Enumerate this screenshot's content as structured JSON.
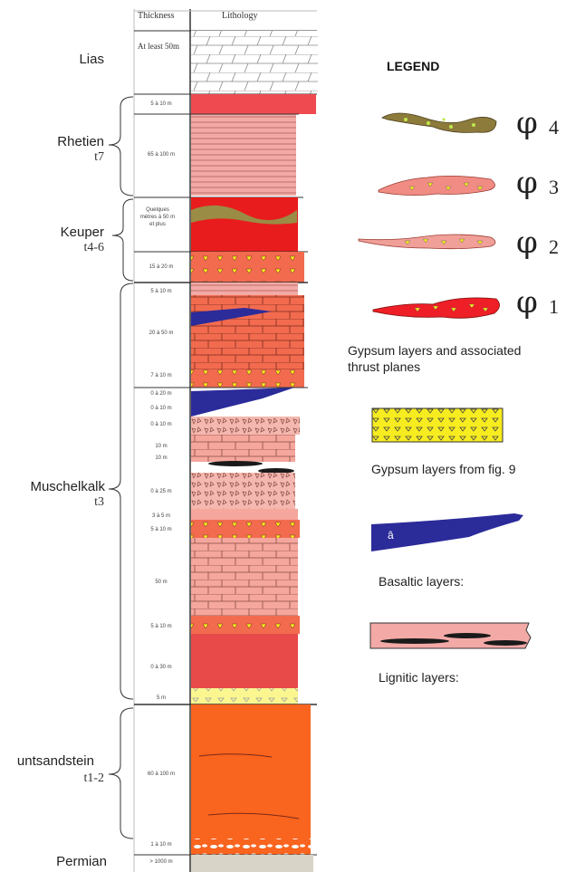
{
  "header": {
    "thickness": "Thickness",
    "lithology": "Lithology"
  },
  "stages": [
    {
      "name": "Lias",
      "code": ""
    },
    {
      "name": "Rhetien",
      "code": "t7"
    },
    {
      "name": "Keuper",
      "code": "t4-6"
    },
    {
      "name": "Muschelkalk",
      "code": "t3"
    },
    {
      "name": "untsandstein",
      "code": "t1-2"
    },
    {
      "name": "Permian",
      "code": ""
    }
  ],
  "thicknesses": [
    "At least 50m",
    "5 à 10 m",
    "65 à 100 m",
    "Quelques mètres à 50 m et plus",
    "15 à 20 m",
    "5 à 10 m",
    "20 à 50 m",
    "7 à 10 m",
    "0 à 20 m",
    "0 à 10 m",
    "0 à 10 m",
    "10 m",
    "10 m",
    "0 à 25 m",
    "3 à 5 m",
    "5 à 10 m",
    "50 m",
    "5 à 10 m",
    "0 à 30 m",
    "5 m",
    "60 à 100 m",
    "1 à 10 m",
    "> 1000 m"
  ],
  "legend": {
    "title": "LEGEND",
    "phi_symbol": "φ",
    "gypsum_levels": [
      {
        "level": "4",
        "color": "#8d7b3c"
      },
      {
        "level": "3",
        "color": "#f08c84"
      },
      {
        "level": "2",
        "color": "#f0a098"
      },
      {
        "level": "1",
        "color": "#ee1f26"
      }
    ],
    "gypsum_thrust_label": "Gypsum layers and associated thrust planes",
    "gypsum_fig9_label": "Gypsum layers from fig. 9",
    "basalt_label": "Basaltic  layers:",
    "basalt_mark": "â",
    "lignite_label": "Lignitic layers:"
  },
  "colors": {
    "lias": "#ffffff",
    "rhetien": "#f3a9a6",
    "keuper_red": "#e81c1c",
    "keuper_olive": "#9a8c45",
    "limestone_orange": "#f26b4f",
    "limestone_pink": "#f5a69d",
    "buntsandstein": "#f9641e",
    "gypsum_yellow": "#f7ec1f",
    "basalt": "#2b2b9a",
    "lignite": "#1a1a1a",
    "permian": "#d8d4c8"
  }
}
